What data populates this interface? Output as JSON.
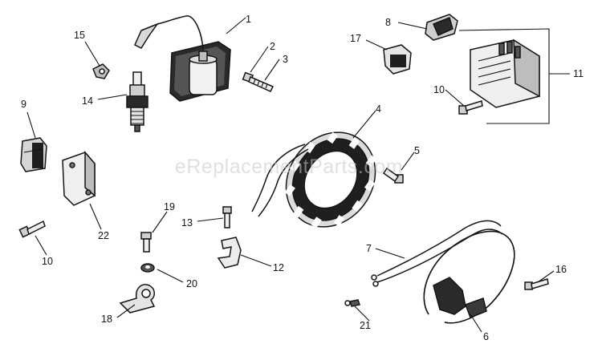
{
  "watermark": "eReplacementParts.com",
  "colors": {
    "ink": "#111111",
    "paper": "#ffffff",
    "watermark": "#c8c8c8"
  },
  "callouts": [
    {
      "id": "c1",
      "label": "1"
    },
    {
      "id": "c2",
      "label": "2"
    },
    {
      "id": "c3",
      "label": "3"
    },
    {
      "id": "c4",
      "label": "4"
    },
    {
      "id": "c5",
      "label": "5"
    },
    {
      "id": "c6",
      "label": "6"
    },
    {
      "id": "c7",
      "label": "7"
    },
    {
      "id": "c8",
      "label": "8"
    },
    {
      "id": "c9",
      "label": "9"
    },
    {
      "id": "c10a",
      "label": "10"
    },
    {
      "id": "c10b",
      "label": "10"
    },
    {
      "id": "c11",
      "label": "11"
    },
    {
      "id": "c12",
      "label": "12"
    },
    {
      "id": "c13",
      "label": "13"
    },
    {
      "id": "c14",
      "label": "14"
    },
    {
      "id": "c15",
      "label": "15"
    },
    {
      "id": "c16",
      "label": "16"
    },
    {
      "id": "c17",
      "label": "17"
    },
    {
      "id": "c18",
      "label": "18"
    },
    {
      "id": "c19",
      "label": "19"
    },
    {
      "id": "c20",
      "label": "20"
    },
    {
      "id": "c21",
      "label": "21"
    },
    {
      "id": "c22",
      "label": "22"
    }
  ]
}
